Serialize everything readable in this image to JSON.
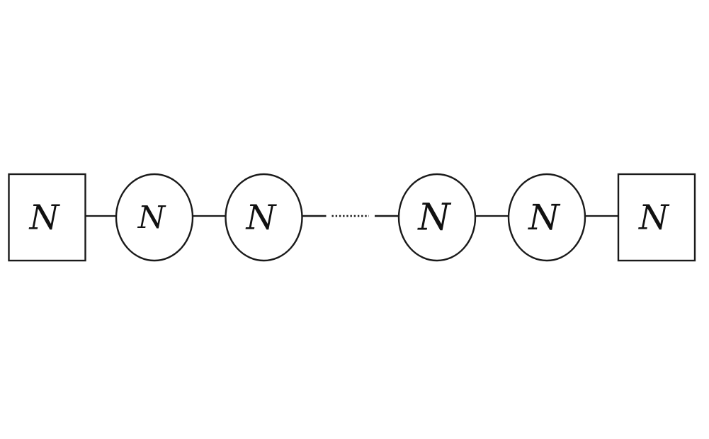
{
  "diagram": {
    "colors": {
      "stroke": "#1a1a1a",
      "background": "#ffffff",
      "text": "#111111"
    },
    "nodes": [
      {
        "id": "flavor-left",
        "shape": "square",
        "label": "N"
      },
      {
        "id": "gauge-1",
        "shape": "circle",
        "label": "N"
      },
      {
        "id": "gauge-2",
        "shape": "circle",
        "label": "N"
      },
      {
        "id": "gauge-3",
        "shape": "circle",
        "label": "N"
      },
      {
        "id": "gauge-4",
        "shape": "circle",
        "label": "N"
      },
      {
        "id": "flavor-right",
        "shape": "square",
        "label": "N"
      }
    ],
    "edges": [
      {
        "from": "flavor-left",
        "to": "gauge-1",
        "style": "solid"
      },
      {
        "from": "gauge-1",
        "to": "gauge-2",
        "style": "solid"
      },
      {
        "from": "gauge-2",
        "to": "gauge-3",
        "style": "ellipsis"
      },
      {
        "from": "gauge-3",
        "to": "gauge-4",
        "style": "solid"
      },
      {
        "from": "gauge-4",
        "to": "flavor-right",
        "style": "solid"
      }
    ]
  }
}
